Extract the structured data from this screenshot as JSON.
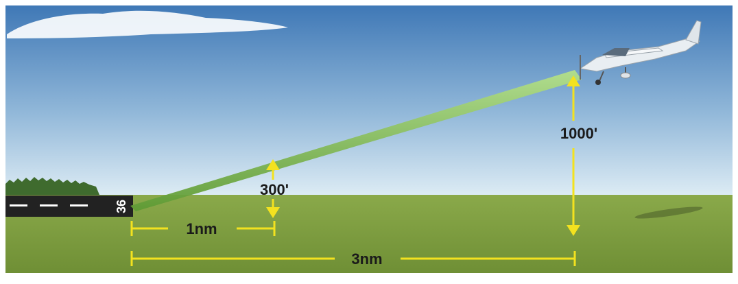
{
  "labels": {
    "altitude_high": "1000'",
    "altitude_low": "300'",
    "distance_short": "1nm",
    "distance_long": "3nm"
  },
  "runway": {
    "number": "36"
  },
  "colors": {
    "sky_top": "#3f78b6",
    "sky_bottom": "#d6e7f2",
    "grass": "#7e9c40",
    "runway": "#222222",
    "glide_path": "#8ec457",
    "dimension_lines": "#f3e21f"
  },
  "icons": [
    "airplane-icon",
    "cloud-icon",
    "tree-line-icon"
  ]
}
